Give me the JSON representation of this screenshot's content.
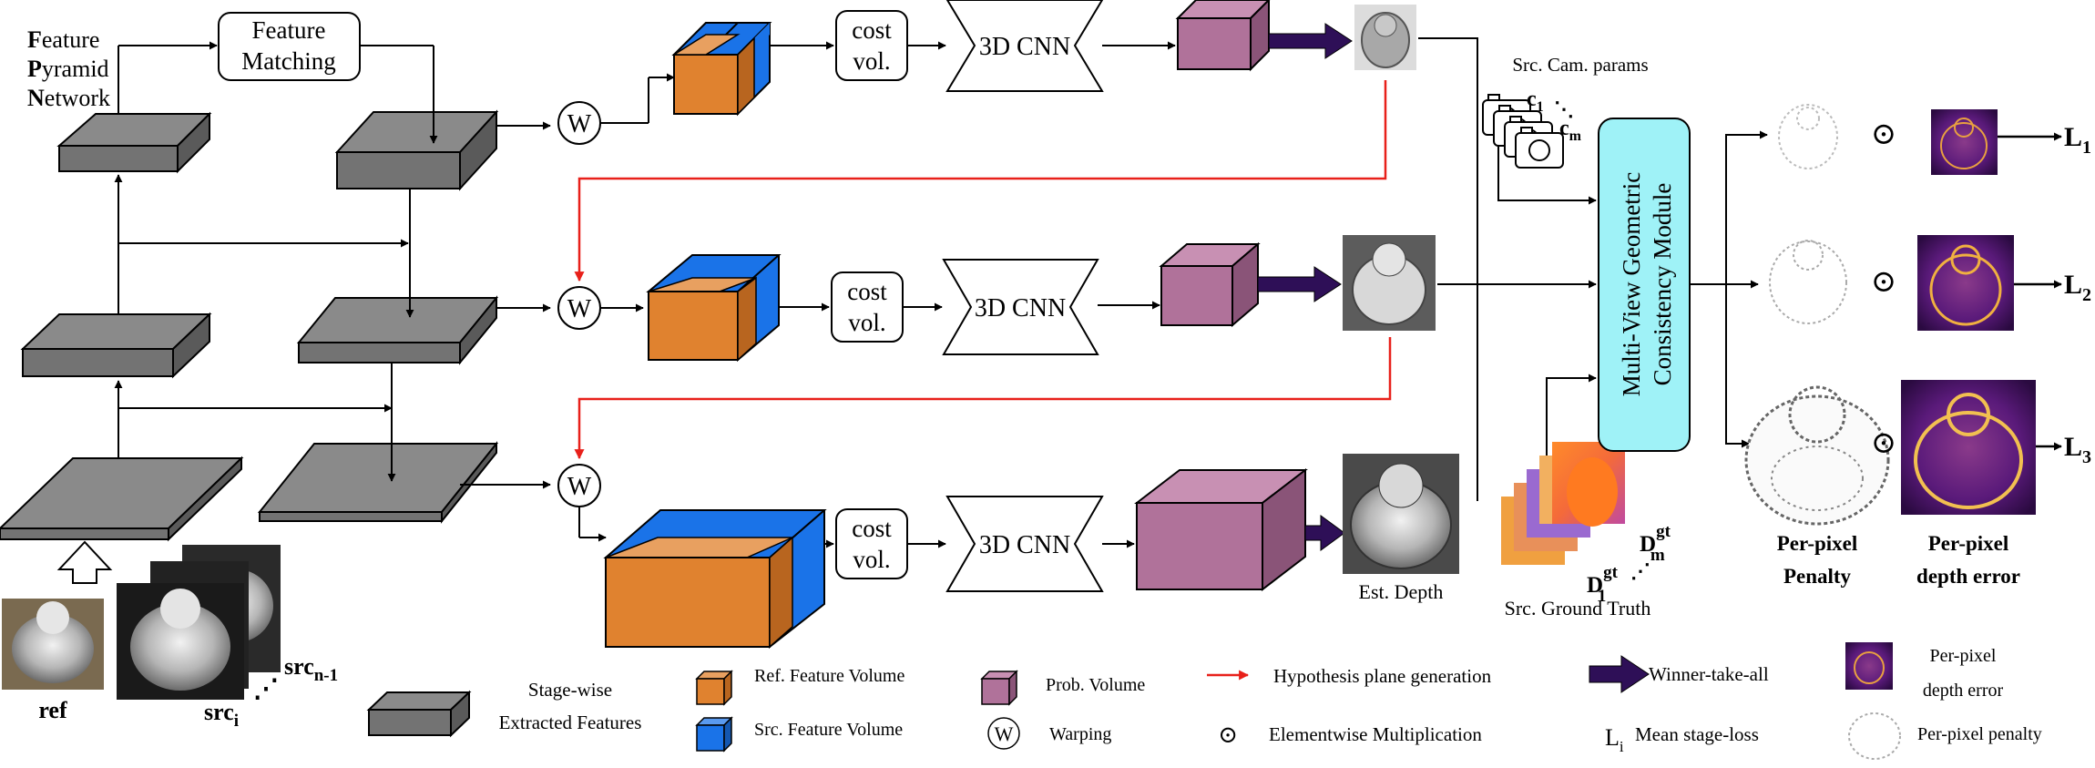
{
  "fpn": {
    "lines": [
      {
        "big": "F",
        "rest": "eature"
      },
      {
        "big": "P",
        "rest": "yramid"
      },
      {
        "big": "N",
        "rest": "etwork"
      }
    ]
  },
  "feature_matching": {
    "line1": "Feature",
    "line2": "Matching"
  },
  "ops": {
    "warp": "W",
    "cost_line1": "cost",
    "cost_line2": "vol.",
    "cnn": "3D CNN",
    "odot": "⊙"
  },
  "images": {
    "ref": "ref",
    "src_i": "src",
    "src_i_sub": "i",
    "src_n": "src",
    "src_n_sub": "n-1",
    "dots": "⋰"
  },
  "cams": {
    "title": "Src. Cam. params",
    "c1": "c",
    "c1_sub": "1",
    "cm": "c",
    "cm_sub": "m"
  },
  "est_depth": "Est. Depth",
  "ground_truth": {
    "label": "Src. Ground Truth",
    "d1": "D",
    "d1_sup": "gt",
    "d1_sub": "1",
    "dm": "D",
    "dm_sup": "gt",
    "dm_sub": "m"
  },
  "mvgc": {
    "line1": "Multi-View Geometric",
    "line2": "Consistency Module"
  },
  "losses": [
    {
      "L": "L",
      "sub": "1"
    },
    {
      "L": "L",
      "sub": "2"
    },
    {
      "L": "L",
      "sub": "3"
    }
  ],
  "outputs": {
    "penalty_line1": "Per-pixel",
    "penalty_line2": "Penalty",
    "error_line1": "Per-pixel",
    "error_line2": "depth error"
  },
  "legend": {
    "stage_line1": "Stage-wise",
    "stage_line2": "Extracted Features",
    "ref_vol": "Ref. Feature Volume",
    "src_vol": "Src. Feature Volume",
    "prob_vol": "Prob. Volume",
    "warping": "Warping",
    "hypothesis": "Hypothesis plane generation",
    "wta": "Winner-take-all",
    "elementwise": "Elementwise Multiplication",
    "li_L": "L",
    "li_sub": "i",
    "stage_loss": "Mean stage-loss",
    "err_line1": "Per-pixel",
    "err_line2": "depth error",
    "penalty": "Per-pixel penalty"
  },
  "colors": {
    "feature": "#737373",
    "ref_volume": "#e0822f",
    "src_volume": "#1a73e8",
    "prob_volume": "#b0729a",
    "wta_arrow": "#2e0f57",
    "hypothesis": "#e8201a",
    "mvgc_fill": "#9ff2f7",
    "error_map": "#5a1a7a"
  }
}
